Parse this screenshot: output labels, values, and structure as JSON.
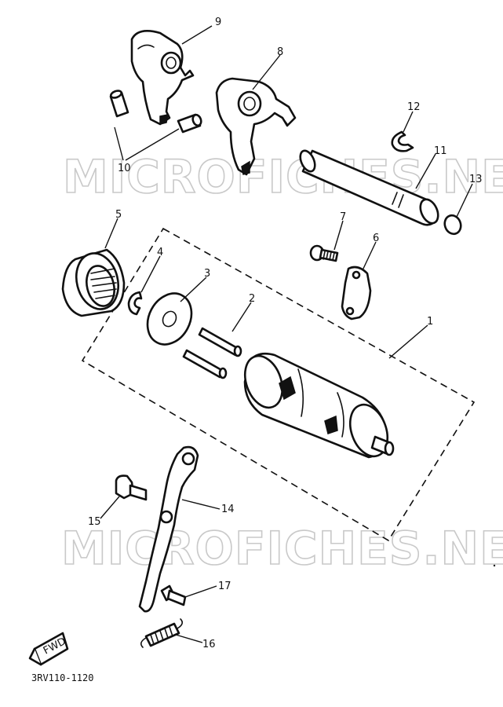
{
  "watermark": "MICROFICHES.NET",
  "diagram_code": "3RV110-1120",
  "fwd_label": "FWD",
  "callouts": {
    "c1": "1",
    "c2": "2",
    "c3": "3",
    "c4": "4",
    "c5": "5",
    "c6": "6",
    "c7": "7",
    "c8": "8",
    "c9": "9",
    "c10": "10",
    "c11": "11",
    "c12": "12",
    "c13": "13",
    "c14": "14",
    "c15": "15",
    "c16": "16",
    "c17": "17"
  }
}
